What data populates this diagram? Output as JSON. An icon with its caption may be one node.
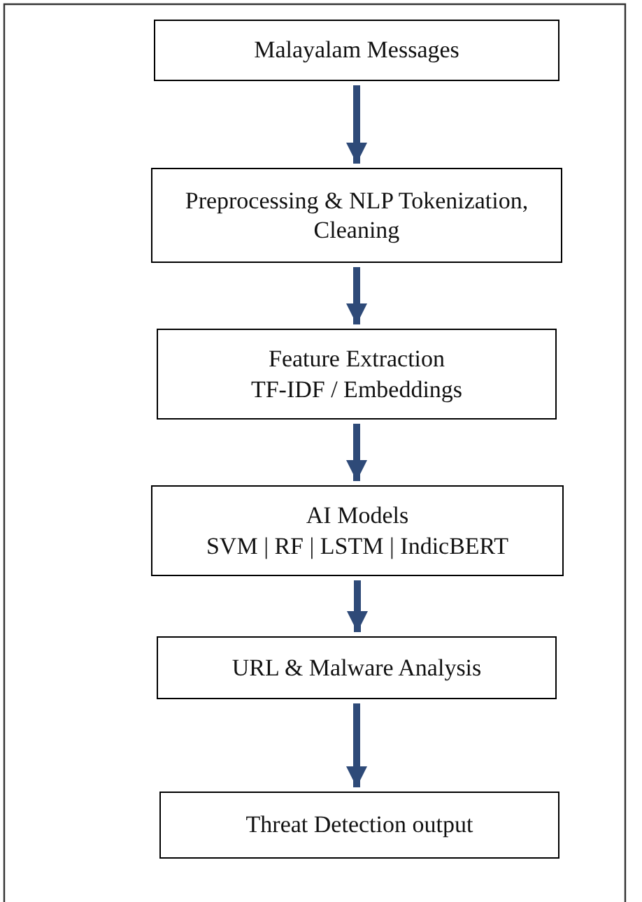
{
  "diagram": {
    "nodes": [
      {
        "text": [
          "Malayalam Messages"
        ]
      },
      {
        "text": [
          "Preprocessing & NLP Tokenization, Cleaning"
        ]
      },
      {
        "text": [
          "Feature Extraction",
          "TF-IDF / Embeddings"
        ]
      },
      {
        "text": [
          "AI Models",
          "SVM | RF | LSTM | IndicBERT"
        ]
      },
      {
        "text": [
          "URL & Malware Analysis"
        ]
      },
      {
        "text": [
          "Threat Detection output"
        ]
      }
    ],
    "edges": [
      {
        "from": 0,
        "to": 1,
        "arrow": "to"
      },
      {
        "from": 1,
        "to": 2,
        "arrow": "to"
      },
      {
        "from": 2,
        "to": 3,
        "arrow": "to"
      },
      {
        "from": 3,
        "to": 4,
        "arrow": "to"
      },
      {
        "from": 4,
        "to": 5,
        "arrow": "to"
      }
    ]
  }
}
